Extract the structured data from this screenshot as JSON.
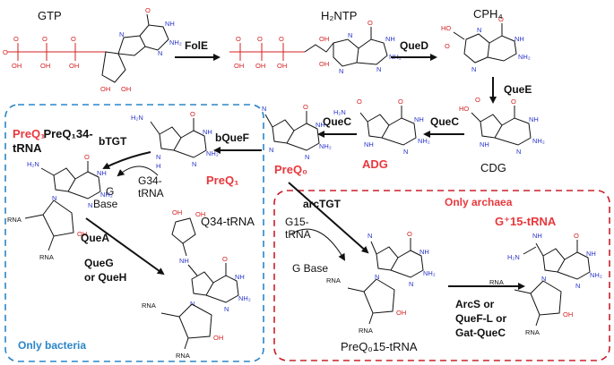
{
  "compounds": {
    "gtp": "GTP",
    "h2ntp": "H₂NTP",
    "cph4": "CPH₄",
    "cdg": "CDG",
    "adg": "ADG",
    "preq0": "PreQ₀",
    "preq1": "PreQ₁",
    "preq1_trna_a": "PreQ₁34-",
    "preq1_trna_b": "tRNA",
    "q34_trna": "Q34-tRNA",
    "g_plus": "G⁺15-tRNA",
    "preq0_15_trna": "PreQ₀15-tRNA"
  },
  "enzymes": {
    "fole": "FolE",
    "qued": "QueD",
    "quee": "QueE",
    "quec1": "QueC",
    "quec2": "QueC",
    "bquef": "bQueF",
    "btgt": "bTGT",
    "quea": "QueA",
    "queg_a": "QueG",
    "queg_b": "or QueH",
    "arctgt": "arcTGT",
    "arcs_a": "ArcS or",
    "arcs_b": "QueF-L or",
    "arcs_c": "Gat-QueC"
  },
  "side_labels": {
    "g34_a": "G34-",
    "g34_b": "tRNA",
    "g_base_a": "G",
    "g_base_b": "Base",
    "g15_a": "G15-",
    "g15_b": "tRNA",
    "g_base2": "G Base"
  },
  "boxes": {
    "bacteria": "Only bacteria",
    "archaea": "Only archaea"
  },
  "colors": {
    "red": "#e8383d",
    "blue_box": "#2a86c8",
    "red_box": "#c8202a",
    "nitrogen": "#2a35c8",
    "oxygen": "#d42020"
  }
}
